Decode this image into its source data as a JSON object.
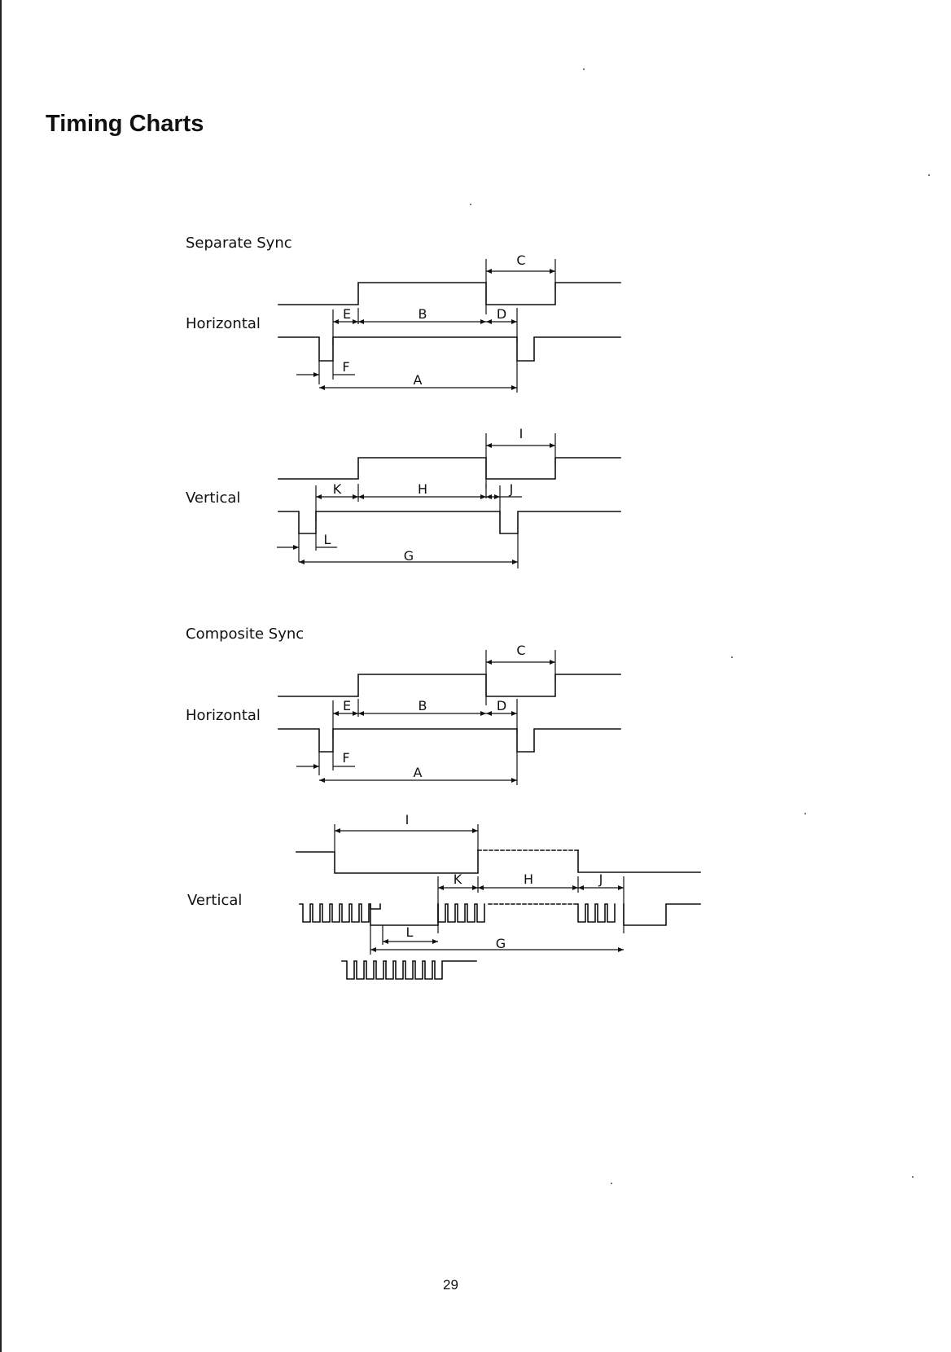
{
  "page": {
    "title": "Timing Charts",
    "page_number": "29"
  },
  "sections": {
    "separate": {
      "heading": "Separate Sync",
      "horizontal": "Horizontal",
      "vertical": "Vertical"
    },
    "composite": {
      "heading": "Composite Sync",
      "horizontal": "Horizontal",
      "vertical": "Vertical"
    }
  },
  "labels": {
    "A": "A",
    "B": "B",
    "C": "C",
    "D": "D",
    "E": "E",
    "F": "F",
    "G": "G",
    "H": "H",
    "I": "I",
    "J": "J",
    "K": "K",
    "L": "L"
  }
}
